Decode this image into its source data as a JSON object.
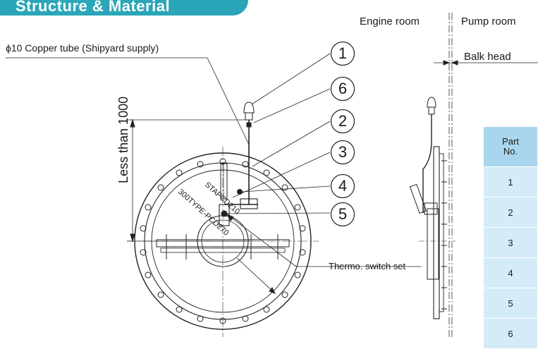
{
  "header": {
    "title": "Structure & Material"
  },
  "labels": {
    "engine_room": "Engine room",
    "pump_room": "Pump room",
    "balk_head": "Balk head",
    "copper_tube": "ϕ10 Copper tube (Shipyard supply)",
    "less_than": "Less than 1000",
    "thermo": "Thermo. switch set",
    "flange_1": "STAPCD210",
    "flange_2": "300TYPE-PCD270"
  },
  "callouts": [
    "1",
    "6",
    "2",
    "3",
    "4",
    "5"
  ],
  "table": {
    "header": [
      "Part",
      "No."
    ],
    "rows": [
      "1",
      "2",
      "3",
      "4",
      "5",
      "6"
    ]
  }
}
